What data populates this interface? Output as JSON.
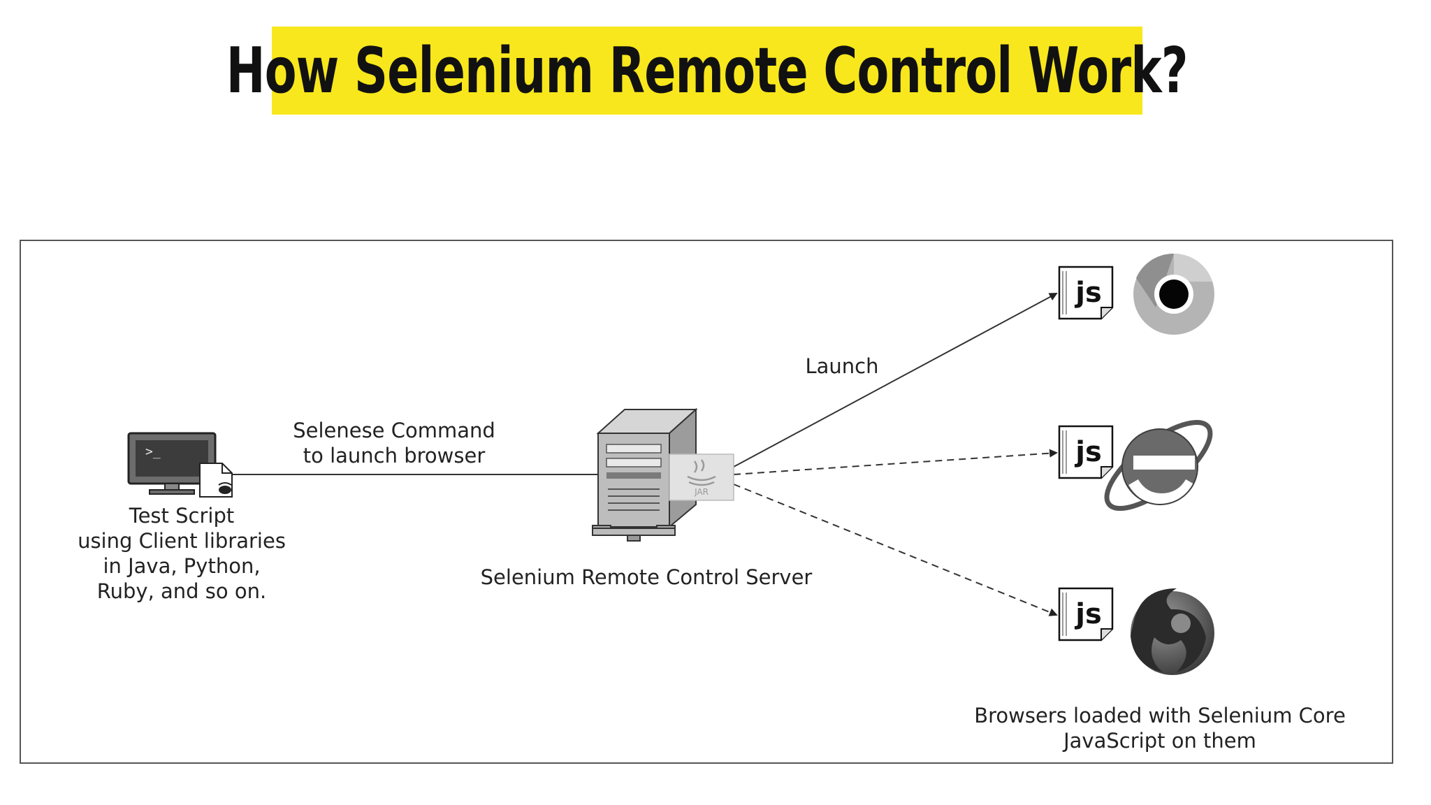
{
  "title": "How Selenium Remote Control Work?",
  "colors": {
    "title_background": "#f8e71c",
    "title_text": "#111111",
    "diagram_lines": "#333333"
  },
  "nodes": {
    "test_script": {
      "icon": "terminal-icon",
      "label": "Test Script\nusing Client libraries\nin Java, Python,\nRuby, and so on."
    },
    "server": {
      "icon": "server-tower-icon",
      "badge_icon": "java-jar-icon",
      "badge_text": "JAR",
      "label": "Selenium Remote Control Server"
    },
    "browsers": {
      "label": "Browsers loaded with Selenium Core\nJavaScript on them",
      "items": [
        {
          "icon": "chrome-icon",
          "script_badge": "js"
        },
        {
          "icon": "internet-explorer-icon",
          "script_badge": "js"
        },
        {
          "icon": "firefox-icon",
          "script_badge": "js"
        }
      ]
    }
  },
  "edges": {
    "command": {
      "label": "Selenese Command\nto launch browser",
      "style": "solid"
    },
    "launch": {
      "label": "Launch",
      "style": "solid"
    },
    "to_ie": {
      "style": "dashed"
    },
    "to_firefox": {
      "style": "dashed"
    }
  }
}
